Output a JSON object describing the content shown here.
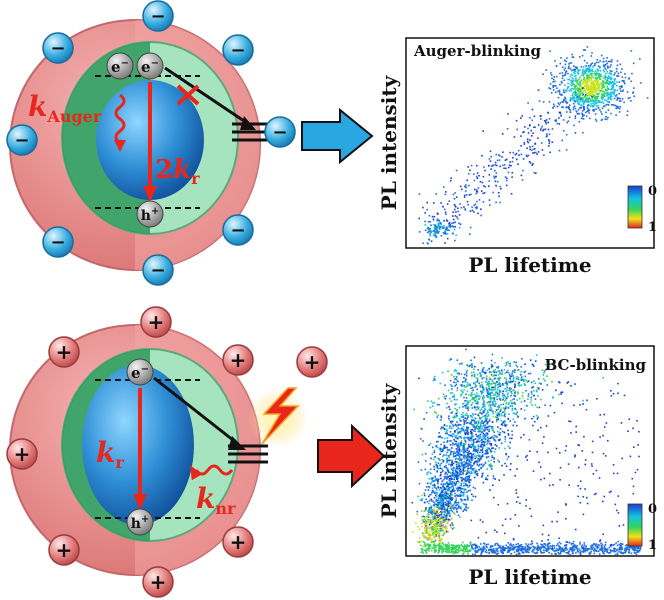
{
  "top": {
    "title": "Auger-blinking",
    "xlabel": "PL lifetime",
    "ylabel": "PL intensity",
    "colorbar": {
      "max_label": "0",
      "min_label": "1"
    },
    "charge_sign": "−",
    "electron": "e",
    "hole": "h",
    "rate_auger_k": "k",
    "rate_auger_sub": "Auger",
    "rate_rad_prefix": "2",
    "rate_rad_k": "k",
    "rate_rad_sub": "r"
  },
  "bottom": {
    "title": "BC-blinking",
    "xlabel": "PL lifetime",
    "ylabel": "PL intensity",
    "colorbar": {
      "max_label": "0",
      "min_label": "1"
    },
    "charge_sign": "+",
    "electron": "e",
    "hole": "h",
    "rate_rad_k": "k",
    "rate_rad_sub": "r",
    "rate_nr_k": "k",
    "rate_nr_sub": "nr"
  },
  "colors": {
    "shell": "#e88a8a",
    "shell_dark": "#c96a6e",
    "inner_shell": "#9fe0b8",
    "core": "#2f8fd6",
    "arrow_red": "#e8261c",
    "arrow_blue": "#2aa7e3",
    "negative_ion": "#3aaee0",
    "positive_ion": "#e47b7b"
  }
}
